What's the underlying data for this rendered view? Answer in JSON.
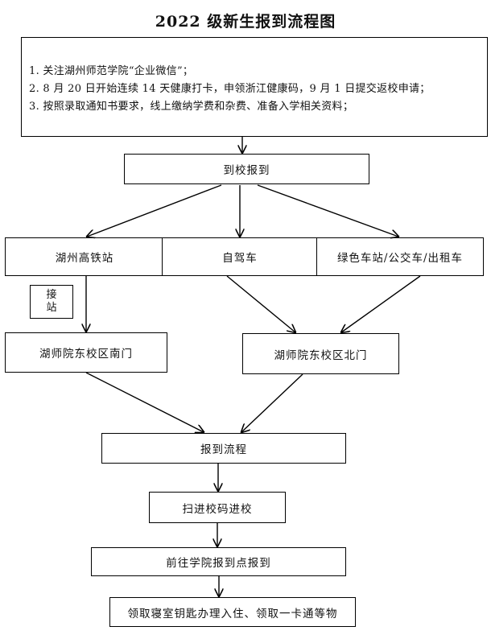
{
  "title": "2022 级新生报到流程图",
  "notes": [
    "1. 关注湖州师范学院“企业微信”；",
    "2. 8 月 20 日开始连续 14 天健康打卡，申领浙江健康码，9 月 1 日提交返校申请；",
    "3. 按照录取通知书要求，线上缴纳学费和杂费、准备入学相关资料；"
  ],
  "steps": {
    "arrive": "到校报到",
    "hsr_station": "湖州高铁站",
    "self_drive": "自驾车",
    "bus": "绿色车站/公交车/出租车",
    "pickup": "接站",
    "south_gate": "湖师院东校区南门",
    "north_gate": "湖师院东校区北门",
    "process": "报到流程",
    "scan": "扫进校码进校",
    "college": "前往学院报到点报到",
    "final": "领取寝室钥匙办理入住、领取一卡通等物"
  }
}
